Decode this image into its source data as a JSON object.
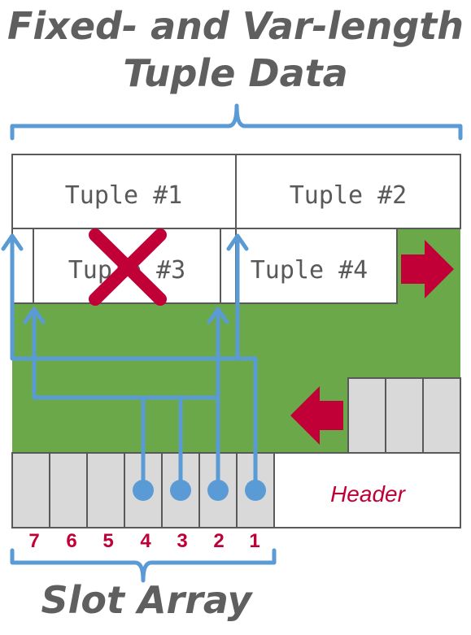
{
  "title": {
    "line1": "Fixed- and Var-length",
    "line2": "Tuple Data"
  },
  "tuples": [
    {
      "label": "Tuple #1",
      "deleted": false
    },
    {
      "label": "Tuple #2",
      "deleted": false
    },
    {
      "label": "Tuple #3",
      "deleted": true
    },
    {
      "label": "Tuple #4",
      "deleted": false
    }
  ],
  "header_label": "Header",
  "slot_numbers": [
    "7",
    "6",
    "5",
    "4",
    "3",
    "2",
    "1"
  ],
  "slot_array_label": "Slot Array",
  "colors": {
    "title_text": "#5f5f5f",
    "free_space": "#6ba84a",
    "pointer_blue": "#5b9bd5",
    "accent_red": "#c00037",
    "cell_grey": "#d9d9d9",
    "border": "#595959"
  }
}
